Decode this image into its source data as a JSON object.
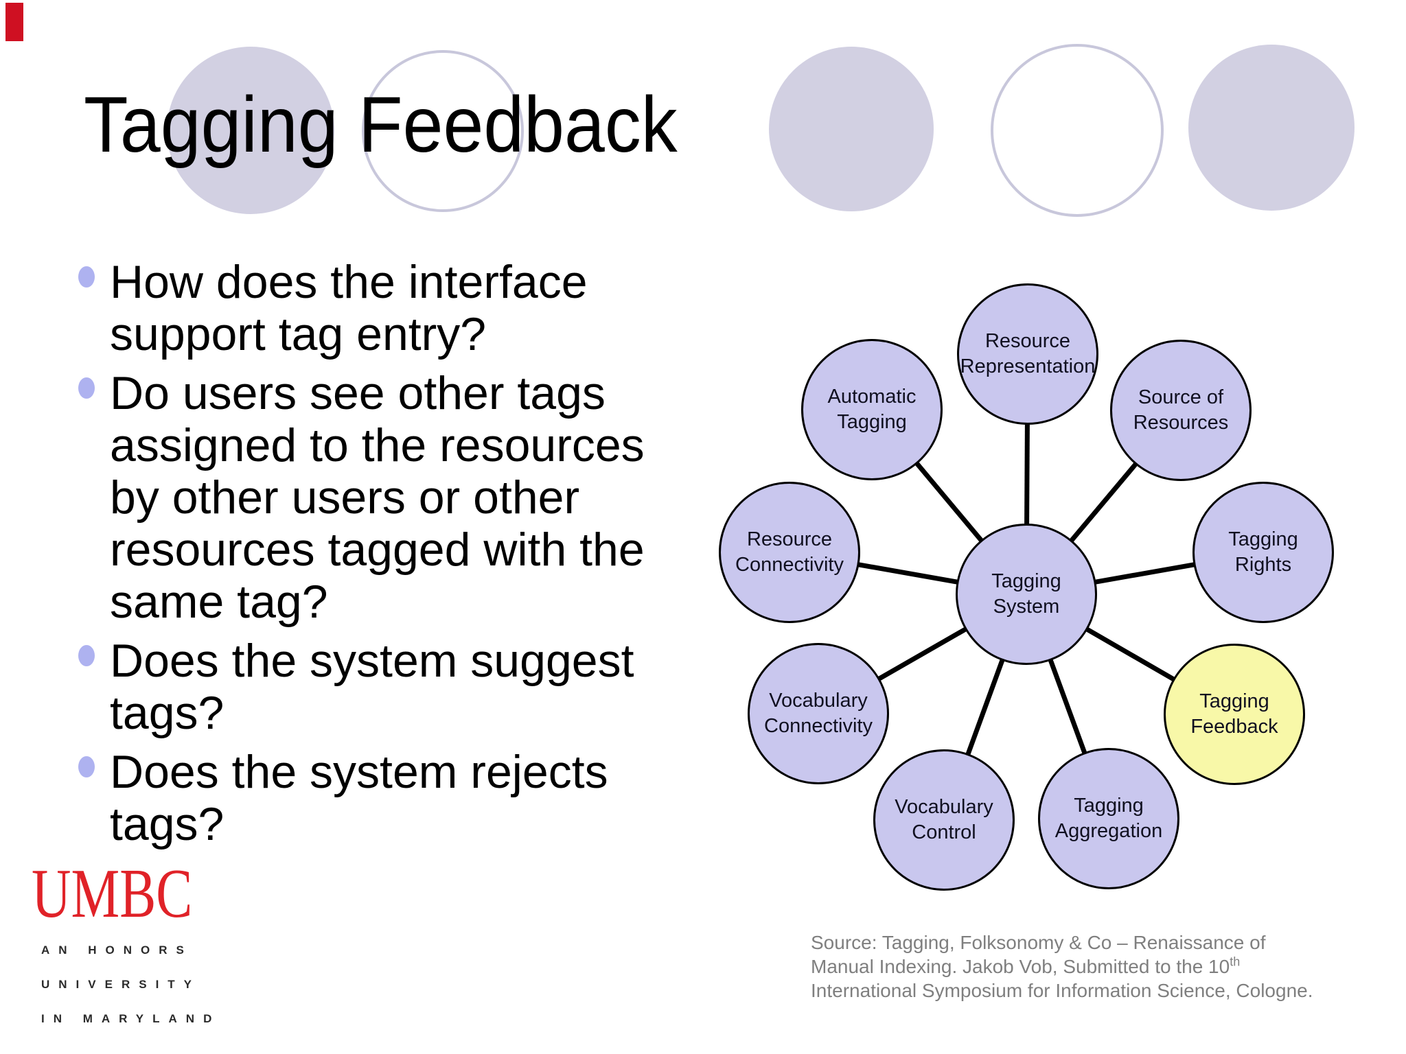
{
  "slide": {
    "title": "Tagging Feedback",
    "bullets": [
      {
        "text": "How does the interface\nsupport tag entry?"
      },
      {
        "text": "Do users see other tags\nassigned to the resources\nby other users or other\nresources tagged with the\nsame tag?"
      },
      {
        "text": "Does the system suggest\ntags?"
      },
      {
        "text": "Does the system rejects\ntags?"
      }
    ]
  },
  "diagram": {
    "center": {
      "label": "Tagging\nSystem"
    },
    "nodes": [
      {
        "label": "Resource\nRepresentation",
        "highlighted": false
      },
      {
        "label": "Source of\nResources",
        "highlighted": false
      },
      {
        "label": "Tagging\nRights",
        "highlighted": false
      },
      {
        "label": "Tagging\nFeedback",
        "highlighted": true
      },
      {
        "label": "Tagging\nAggregation",
        "highlighted": false
      },
      {
        "label": "Vocabulary\nControl",
        "highlighted": false
      },
      {
        "label": "Vocabulary\nConnectivity",
        "highlighted": false
      },
      {
        "label": "Resource\nConnectivity",
        "highlighted": false
      },
      {
        "label": "Automatic\nTagging",
        "highlighted": false
      }
    ]
  },
  "logo": {
    "wordmark": "UMBC",
    "line1": "AN HONORS",
    "line2": "UNIVERSITY",
    "line3": "IN MARYLAND"
  },
  "source": {
    "line1": "Source: Tagging, Folksonomy & Co – Renaissance of",
    "line2": "Manual Indexing. Jakob Vob,  Submitted to the 10",
    "line2_sup": "th",
    "line3": "International Symposium for Information Science, Cologne."
  },
  "colors": {
    "node_fill": "#c9c7ee",
    "node_highlight_fill": "#f8f8a8",
    "node_stroke": "#000000",
    "connector_line": "#000000",
    "decor_circle_fill": "#d2d0e2",
    "decor_circle_outline": "#c8c7db",
    "bullet_dot": "#aeb2f0",
    "title_text": "#000000",
    "body_text": "#000000",
    "source_text": "#7f7f7f",
    "logo_red": "#e02228",
    "logo_tagline_text": "#2a2a2a",
    "corner_bar_red": "#cf1022"
  }
}
